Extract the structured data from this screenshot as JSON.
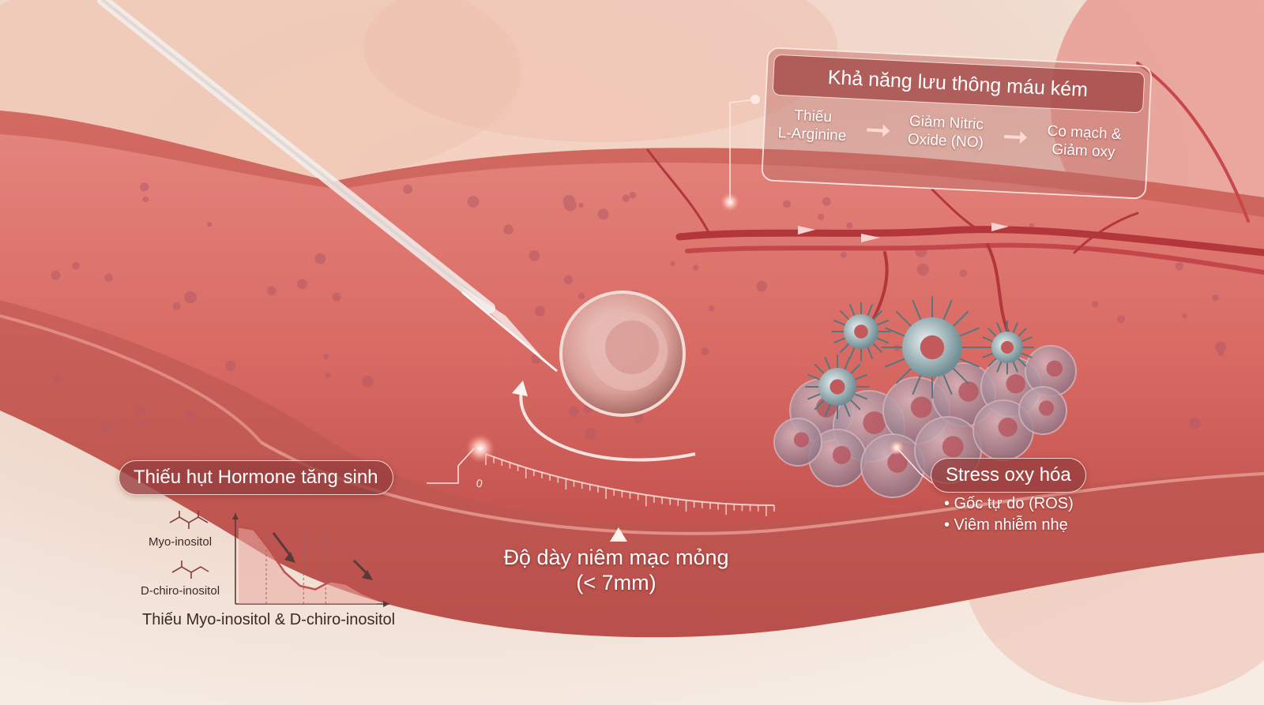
{
  "blood_flow": {
    "title": "Khả năng lưu thông máu kém",
    "steps": [
      {
        "line1": "Thiếu",
        "line2": "L-Arginine"
      },
      {
        "line1": "Giảm Nitric",
        "line2": "Oxide (NO)"
      },
      {
        "line1": "Co mạch &",
        "line2": "Giảm oxy"
      }
    ]
  },
  "hormone": {
    "title": "Thiếu hụt Hormone tăng sinh",
    "molecule_1": "Myo-inositol",
    "molecule_2": "D-chiro-inositol",
    "caption": "Thiếu Myo-inositol & D-chiro-inositol",
    "decline_curve": [
      0.85,
      0.82,
      0.6,
      0.35,
      0.2,
      0.16,
      0.25,
      0.22,
      0.12,
      0.05
    ]
  },
  "thickness": {
    "line1": "Độ dày niêm mạc mỏng",
    "line2": "(< 7mm)",
    "ruler_start": "0"
  },
  "stress": {
    "title": "Stress oxy hóa",
    "bullets": [
      "• Gốc tự do (ROS)",
      "• Viêm nhiễm nhẹ"
    ]
  }
}
